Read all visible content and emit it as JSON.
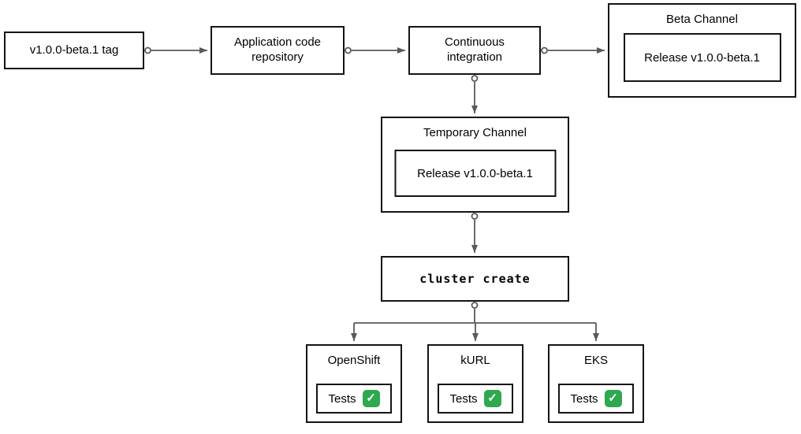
{
  "diagram": {
    "nodes": {
      "tag": {
        "label": "v1.0.0-beta.1 tag"
      },
      "repo": {
        "label": "Application code repository"
      },
      "ci": {
        "label": "Continuous integration"
      },
      "beta_channel": {
        "title": "Beta Channel",
        "release_label": "Release v1.0.0-beta.1"
      },
      "temporary_channel": {
        "title": "Temporary Channel",
        "release_label": "Release v1.0.0-beta.1"
      },
      "cluster_create": {
        "label": "cluster create"
      },
      "clusters": [
        {
          "title": "OpenShift",
          "tests_label": "Tests",
          "status_icon": "✓"
        },
        {
          "title": "kURL",
          "tests_label": "Tests",
          "status_icon": "✓"
        },
        {
          "title": "EKS",
          "tests_label": "Tests",
          "status_icon": "✓"
        }
      ]
    },
    "colors": {
      "box_border": "#141414",
      "arrow": "#595959",
      "check_green": "#2fa84f",
      "background": "#ffffff"
    }
  }
}
